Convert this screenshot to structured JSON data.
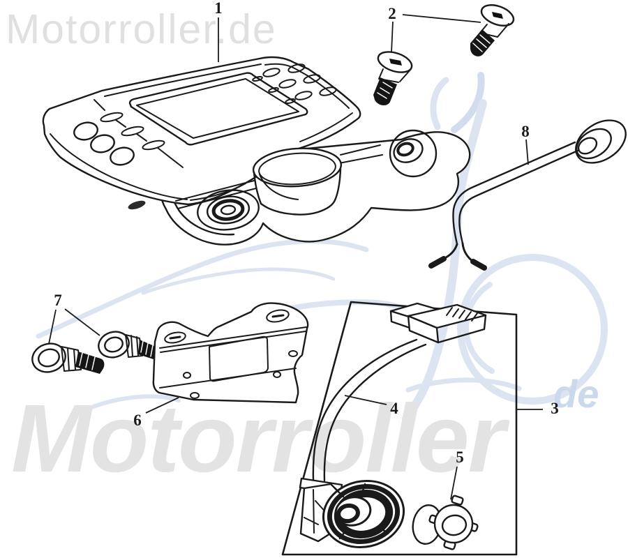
{
  "watermarks": {
    "top_text": "Motorroller.de",
    "bottom_text": "Motorroller",
    "bottom_suffix": "de"
  },
  "part_labels": {
    "p1": "1",
    "p2": "2",
    "p3": "3",
    "p4": "4",
    "p5": "5",
    "p6": "6",
    "p7": "7",
    "p8": "8"
  },
  "colors": {
    "line": "#1a1a1a",
    "watermark_gray": "#e2e2e2",
    "watermark_blue": "#dce4f1",
    "watermark_blue_text": "#ccd8ec",
    "background": "#ffffff"
  }
}
